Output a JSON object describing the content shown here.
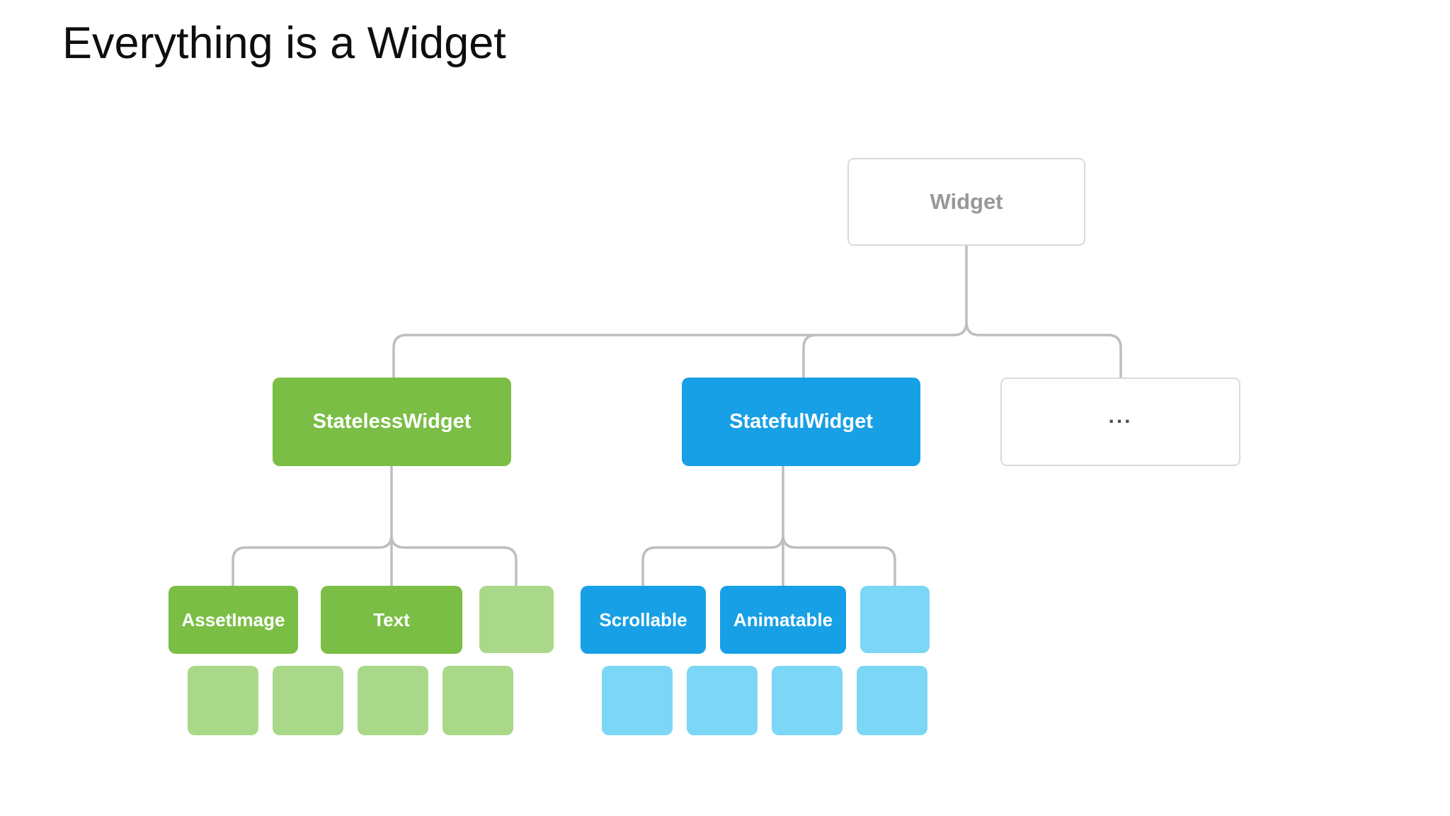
{
  "title": "Everything is a Widget",
  "colors": {
    "green": "#7BBE45",
    "green-light": "#A9D889",
    "blue": "#18A0E6",
    "blue-light": "#7CD6F6",
    "box-border": "#DADADE",
    "widget-text": "#98989C",
    "dots-text": "#4D5156",
    "connector": "#BEBEBE",
    "title-text": "#0E0E0E"
  },
  "nodes": {
    "widget": {
      "label": "Widget"
    },
    "stateless": {
      "label": "StatelessWidget"
    },
    "stateful": {
      "label": "StatefulWidget"
    },
    "more": {
      "label": "..."
    },
    "asset_image": {
      "label": "AssetImage"
    },
    "text": {
      "label": "Text"
    },
    "scrollable": {
      "label": "Scrollable"
    },
    "animatable": {
      "label": "Animatable"
    }
  },
  "leaves": {
    "green_count": 4,
    "blue_count": 4
  }
}
